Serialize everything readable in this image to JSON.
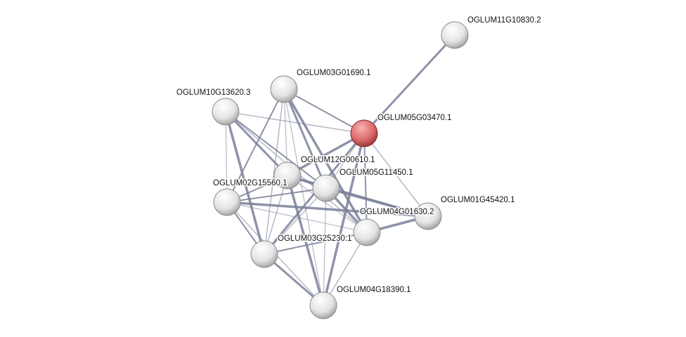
{
  "network": {
    "edge_color": "#7a8099",
    "query_color": "#e06666",
    "node_color": "#e8e8e8",
    "nodes": [
      {
        "id": "A",
        "label": "OGLUM11G10830.2",
        "query": false
      },
      {
        "id": "B",
        "label": "OGLUM03G01690.1",
        "query": false
      },
      {
        "id": "C",
        "label": "OGLUM10G13620.3",
        "query": false
      },
      {
        "id": "D",
        "label": "OGLUM05G03470.1",
        "query": true
      },
      {
        "id": "E",
        "label": "OGLUM12G00610.1",
        "query": false
      },
      {
        "id": "F",
        "label": "OGLUM05G11450.1",
        "query": false
      },
      {
        "id": "G",
        "label": "OGLUM02G15560.1",
        "query": false
      },
      {
        "id": "H",
        "label": "OGLUM01G45420.1",
        "query": false
      },
      {
        "id": "I",
        "label": "OGLUM04G01630.2",
        "query": false
      },
      {
        "id": "J",
        "label": "OGLUM03G25230.1",
        "query": false
      },
      {
        "id": "K",
        "label": "OGLUM04G18390.1",
        "query": false
      }
    ],
    "edges": [
      [
        "A",
        "D"
      ],
      [
        "D",
        "B"
      ],
      [
        "D",
        "C"
      ],
      [
        "D",
        "E"
      ],
      [
        "D",
        "F"
      ],
      [
        "D",
        "J"
      ],
      [
        "D",
        "I"
      ],
      [
        "D",
        "H"
      ],
      [
        "D",
        "K"
      ],
      [
        "C",
        "G"
      ],
      [
        "C",
        "E"
      ],
      [
        "C",
        "F"
      ],
      [
        "C",
        "I"
      ],
      [
        "C",
        "J"
      ],
      [
        "B",
        "E"
      ],
      [
        "B",
        "F"
      ],
      [
        "B",
        "G"
      ],
      [
        "B",
        "J"
      ],
      [
        "B",
        "I"
      ],
      [
        "B",
        "K"
      ],
      [
        "E",
        "F"
      ],
      [
        "E",
        "G"
      ],
      [
        "E",
        "J"
      ],
      [
        "E",
        "K"
      ],
      [
        "E",
        "I"
      ],
      [
        "E",
        "H"
      ],
      [
        "F",
        "G"
      ],
      [
        "F",
        "J"
      ],
      [
        "F",
        "I"
      ],
      [
        "F",
        "K"
      ],
      [
        "F",
        "H"
      ],
      [
        "G",
        "J"
      ],
      [
        "G",
        "K"
      ],
      [
        "G",
        "H"
      ],
      [
        "G",
        "I"
      ],
      [
        "J",
        "K"
      ],
      [
        "J",
        "I"
      ],
      [
        "I",
        "K"
      ],
      [
        "I",
        "H"
      ]
    ]
  }
}
